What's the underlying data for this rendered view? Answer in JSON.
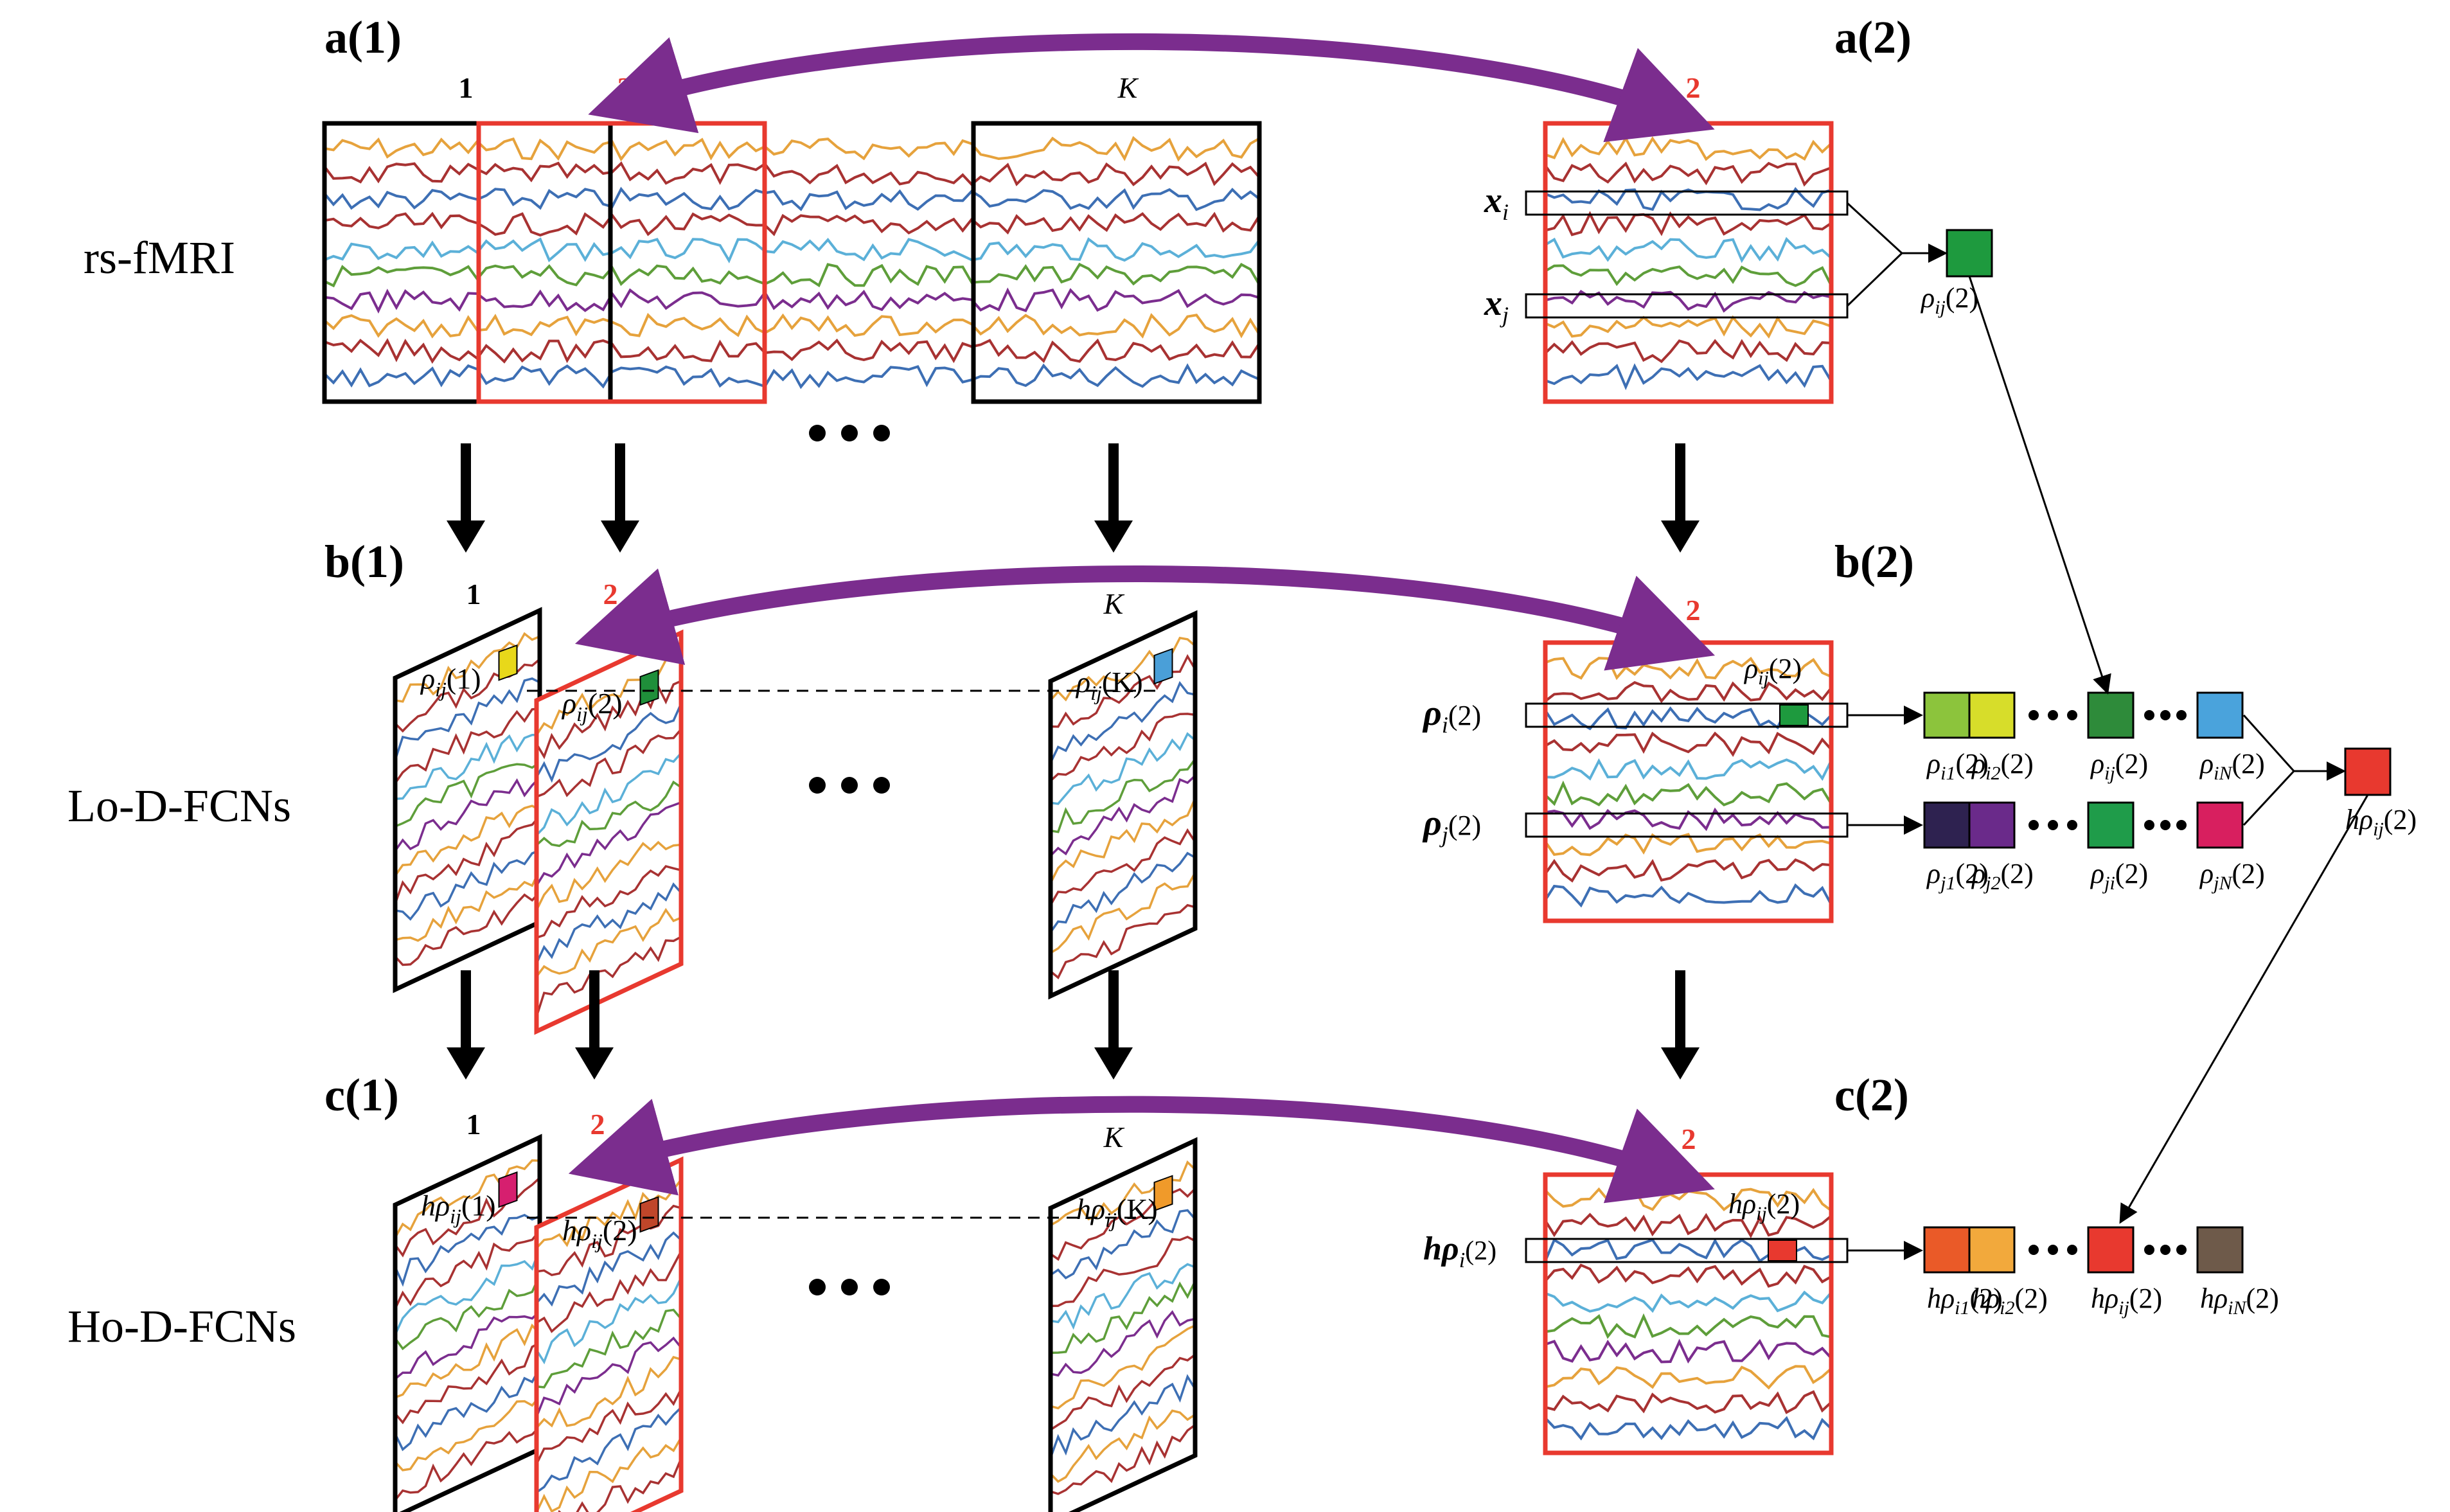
{
  "panels": {
    "a1": "a(1)",
    "a2": "a(2)",
    "b1": "b(1)",
    "b2": "b(2)",
    "c1": "c(1)",
    "c2": "c(2)"
  },
  "row_labels": {
    "a": "rs-fMRI",
    "b": "Lo-D-FCNs",
    "c": "Ho-D-FCNs"
  },
  "window_labels": {
    "w1": "1",
    "w2": "2",
    "wK": "K"
  },
  "a2": {
    "xi": "x",
    "xi_sub": "i",
    "xj": "x",
    "xj_sub": "j",
    "rho": "ρ",
    "rho_sub": "ij",
    "rho_arg": "(2)"
  },
  "b1_cells": [
    {
      "base": "ρ",
      "sub": "ij",
      "arg": "(1)"
    },
    {
      "base": "ρ",
      "sub": "ij",
      "arg": "(2)"
    },
    {
      "base": "ρ",
      "sub": "ij",
      "arg": "(K)"
    }
  ],
  "c1_cells": [
    {
      "base": "hρ",
      "sub": "ij",
      "arg": "(1)"
    },
    {
      "base": "hρ",
      "sub": "ij",
      "arg": "(2)"
    },
    {
      "base": "hρ",
      "sub": "ij",
      "arg": "(K)"
    }
  ],
  "b2": {
    "row_i": {
      "base": "ρ",
      "sub": "i",
      "arg": "(2)"
    },
    "row_j": {
      "base": "ρ",
      "sub": "j",
      "arg": "(2)"
    },
    "cell": {
      "base": "ρ",
      "sub": "ij",
      "arg": "(2)"
    },
    "vec_i": [
      {
        "base": "ρ",
        "sub": "i1",
        "arg": "(2)"
      },
      {
        "base": "ρ",
        "sub": "i2",
        "arg": "(2)"
      },
      {
        "base": "ρ",
        "sub": "ij",
        "arg": "(2)"
      },
      {
        "base": "ρ",
        "sub": "iN",
        "arg": "(2)"
      }
    ],
    "vec_j": [
      {
        "base": "ρ",
        "sub": "j1",
        "arg": "(2)"
      },
      {
        "base": "ρ",
        "sub": "j2",
        "arg": "(2)"
      },
      {
        "base": "ρ",
        "sub": "ji",
        "arg": "(2)"
      },
      {
        "base": "ρ",
        "sub": "jN",
        "arg": "(2)"
      }
    ],
    "result": {
      "base": "hρ",
      "sub": "ij",
      "arg": "(2)"
    }
  },
  "c2": {
    "row_i": {
      "base": "hρ",
      "sub": "i",
      "arg": "(2)"
    },
    "cell": {
      "base": "hρ",
      "sub": "ij",
      "arg": "(2)"
    },
    "vec": [
      {
        "base": "hρ",
        "sub": "i1",
        "arg": "(2)"
      },
      {
        "base": "hρ",
        "sub": "i2",
        "arg": "(2)"
      },
      {
        "base": "hρ",
        "sub": "ij",
        "arg": "(2)"
      },
      {
        "base": "hρ",
        "sub": "iN",
        "arg": "(2)"
      }
    ]
  },
  "colors": {
    "window_highlight": "#e8392f",
    "arc": "#7b2d8e",
    "lines": [
      "#e6a23c",
      "#a83232",
      "#3d6fb4",
      "#a83232",
      "#5bb0d8",
      "#5e9e3a",
      "#7b2d8e",
      "#e6a23c",
      "#a83232",
      "#3d6fb4"
    ],
    "b1_cells": [
      "#e8d81a",
      "#1f8f3a",
      "#4a9fd8"
    ],
    "c1_cells": [
      "#d61f6f",
      "#c0462a",
      "#f09a2a"
    ],
    "vec_i": [
      "#8cc43c",
      "#d7dd2a",
      "#2e8b3a",
      "#4aa3dc"
    ],
    "vec_j": [
      "#2e2250",
      "#6a2a8a",
      "#1f9c4a",
      "#d81f5f"
    ],
    "result": "#e8392f",
    "a2_cell": "#1e9a3e",
    "b2_cell": "#1e9a3e",
    "c2_cell": "#e8392f",
    "c2_vec": [
      "#ea5a28",
      "#f2a93c",
      "#e8392f",
      "#6e5a4a"
    ]
  }
}
